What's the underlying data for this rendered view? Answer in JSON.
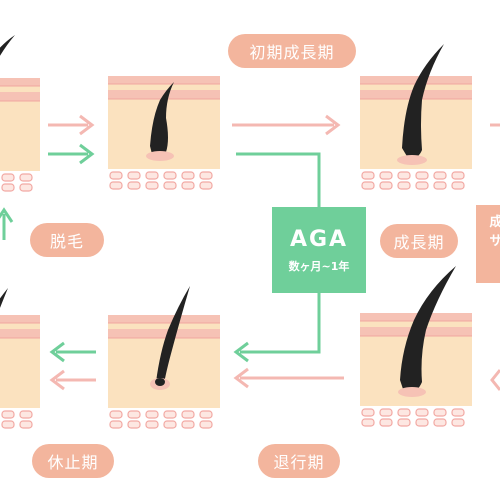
{
  "stages": {
    "early_growth": "初期成長期",
    "growth": "成長期",
    "catagen": "退行期",
    "telogen": "休止期",
    "shedding": "脱毛"
  },
  "aga": {
    "title": "AGA",
    "duration": "数ヶ月~1年"
  },
  "side_box": {
    "line1": "成",
    "line2": "サ"
  },
  "colors": {
    "pink_arrow": "#f4b8b2",
    "green_arrow": "#6fcf9a",
    "label_bg": "#f3b59d",
    "aga_bg": "#6fcf9a",
    "skin": "#fbe2bf",
    "epidermis": "#f6c2b5",
    "hair": "#222222"
  }
}
